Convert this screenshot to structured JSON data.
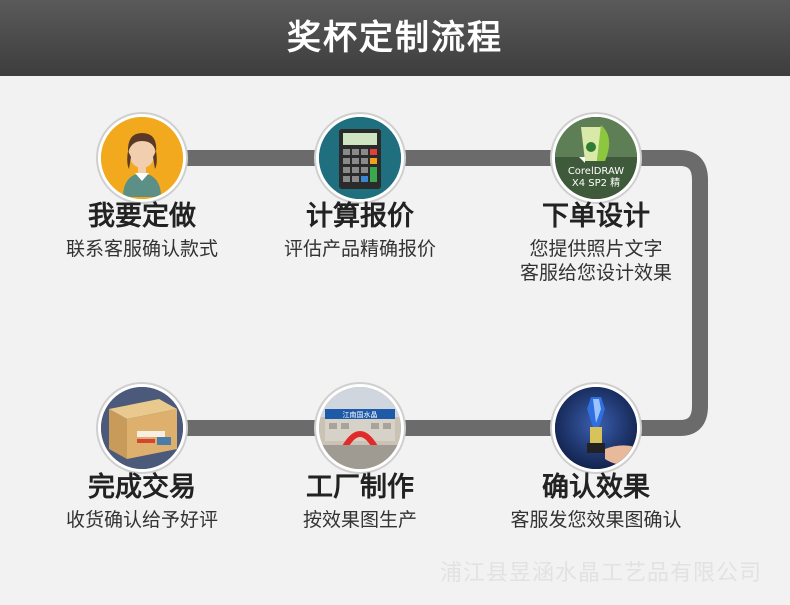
{
  "header": {
    "title": "奖杯定制流程"
  },
  "steps": [
    {
      "title": "我要定做",
      "desc": [
        "联系客服确认款式"
      ],
      "icon": "user-avatar-icon"
    },
    {
      "title": "计算报价",
      "desc": [
        "评估产品精确报价"
      ],
      "icon": "calculator-icon"
    },
    {
      "title": "下单设计",
      "desc": [
        "您提供照片文字",
        "客服给您设计效果"
      ],
      "icon": "coreldraw-icon",
      "icon_text": [
        "CorelDRAW",
        "X4 SP2 精"
      ]
    },
    {
      "title": "确认效果",
      "desc": [
        "客服发您效果图确认"
      ],
      "icon": "trophy-icon"
    },
    {
      "title": "工厂制作",
      "desc": [
        "按效果图生产"
      ],
      "icon": "factory-icon",
      "icon_text": [
        "江南国水晶"
      ]
    },
    {
      "title": "完成交易",
      "desc": [
        "收货确认给予好评"
      ],
      "icon": "package-box-icon"
    }
  ],
  "watermark": "浦江县昱涵水晶工艺品有限公司",
  "colors": {
    "header_bg": "#4a4a4a",
    "track": "#6b6b6b",
    "icon_ring": "#ffffff"
  }
}
